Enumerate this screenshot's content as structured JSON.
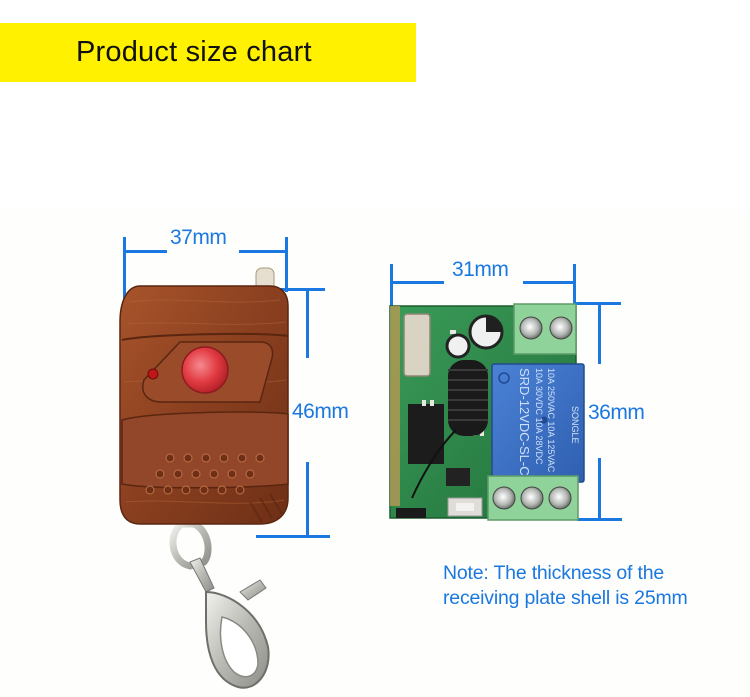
{
  "banner": {
    "title": "Product size chart",
    "background_color": "#fff100",
    "text_color": "#111111"
  },
  "remote": {
    "name": "remote-control",
    "width_label": "37mm",
    "height_label": "46mm",
    "colors": {
      "shell": "#8a3f1f",
      "button": "#e23c43",
      "keyring": "#c8c8c4"
    }
  },
  "receiver": {
    "name": "receiver-board",
    "width_label": "31mm",
    "height_label": "36mm",
    "relay_text": {
      "brand": "SONGLE",
      "ratings_line1": "10A 250VAC 10A 125VAC",
      "ratings_line2": "10A 30VDC 10A 28VDC",
      "model": "SRD-12VDC-SL-C"
    },
    "colors": {
      "pcb": "#2f8f4e",
      "relay": "#3b6fc4",
      "terminal": "#8fd39a"
    }
  },
  "note": {
    "line1": "Note: The thickness of the",
    "line2": "receiving plate shell is 25mm"
  },
  "dimension_color": "#1a78e0"
}
